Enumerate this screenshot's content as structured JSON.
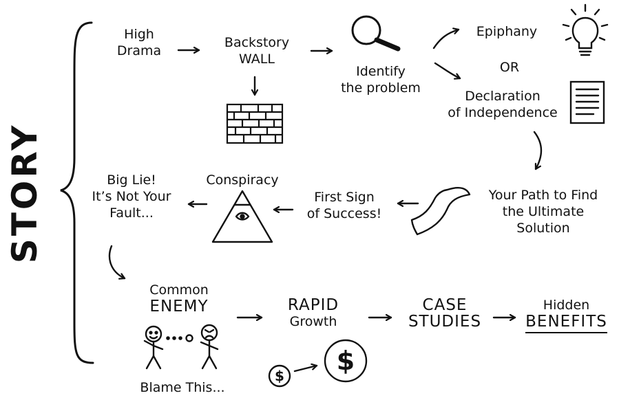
{
  "title": "STORY",
  "nodes": {
    "high_drama": [
      "High",
      "Drama"
    ],
    "backstory_wall": [
      "Backstory",
      "WALL"
    ],
    "identify_problem": [
      "Identify",
      "the problem"
    ],
    "epiphany": "Epiphany",
    "or": "OR",
    "declaration": [
      "Declaration",
      "of Independence"
    ],
    "your_path": [
      "Your Path to Find",
      "the Ultimate",
      "Solution"
    ],
    "first_sign": [
      "First Sign",
      "of Success!"
    ],
    "conspiracy": "Conspiracy",
    "big_lie": [
      "Big Lie!",
      "It’s Not Your",
      "Fault..."
    ],
    "common_enemy": [
      "Common",
      "ENEMY"
    ],
    "blame_this": "Blame This...",
    "rapid_growth": [
      "RAPID",
      "Growth"
    ],
    "case_studies": [
      "CASE",
      "STUDIES"
    ],
    "hidden_benefits": [
      "Hidden",
      "BENEFITS"
    ]
  },
  "icons": {
    "magnifier": "magnifying-glass-icon",
    "lightbulb": "lightbulb-icon",
    "document": "document-icon",
    "brick_wall": "brick-wall-icon",
    "pyramid": "pyramid-eye-icon",
    "path": "winding-path-icon",
    "people": "stick-figures-icon",
    "coins": "dollar-coin-icon"
  },
  "coins": {
    "small": "$",
    "large": "$"
  }
}
